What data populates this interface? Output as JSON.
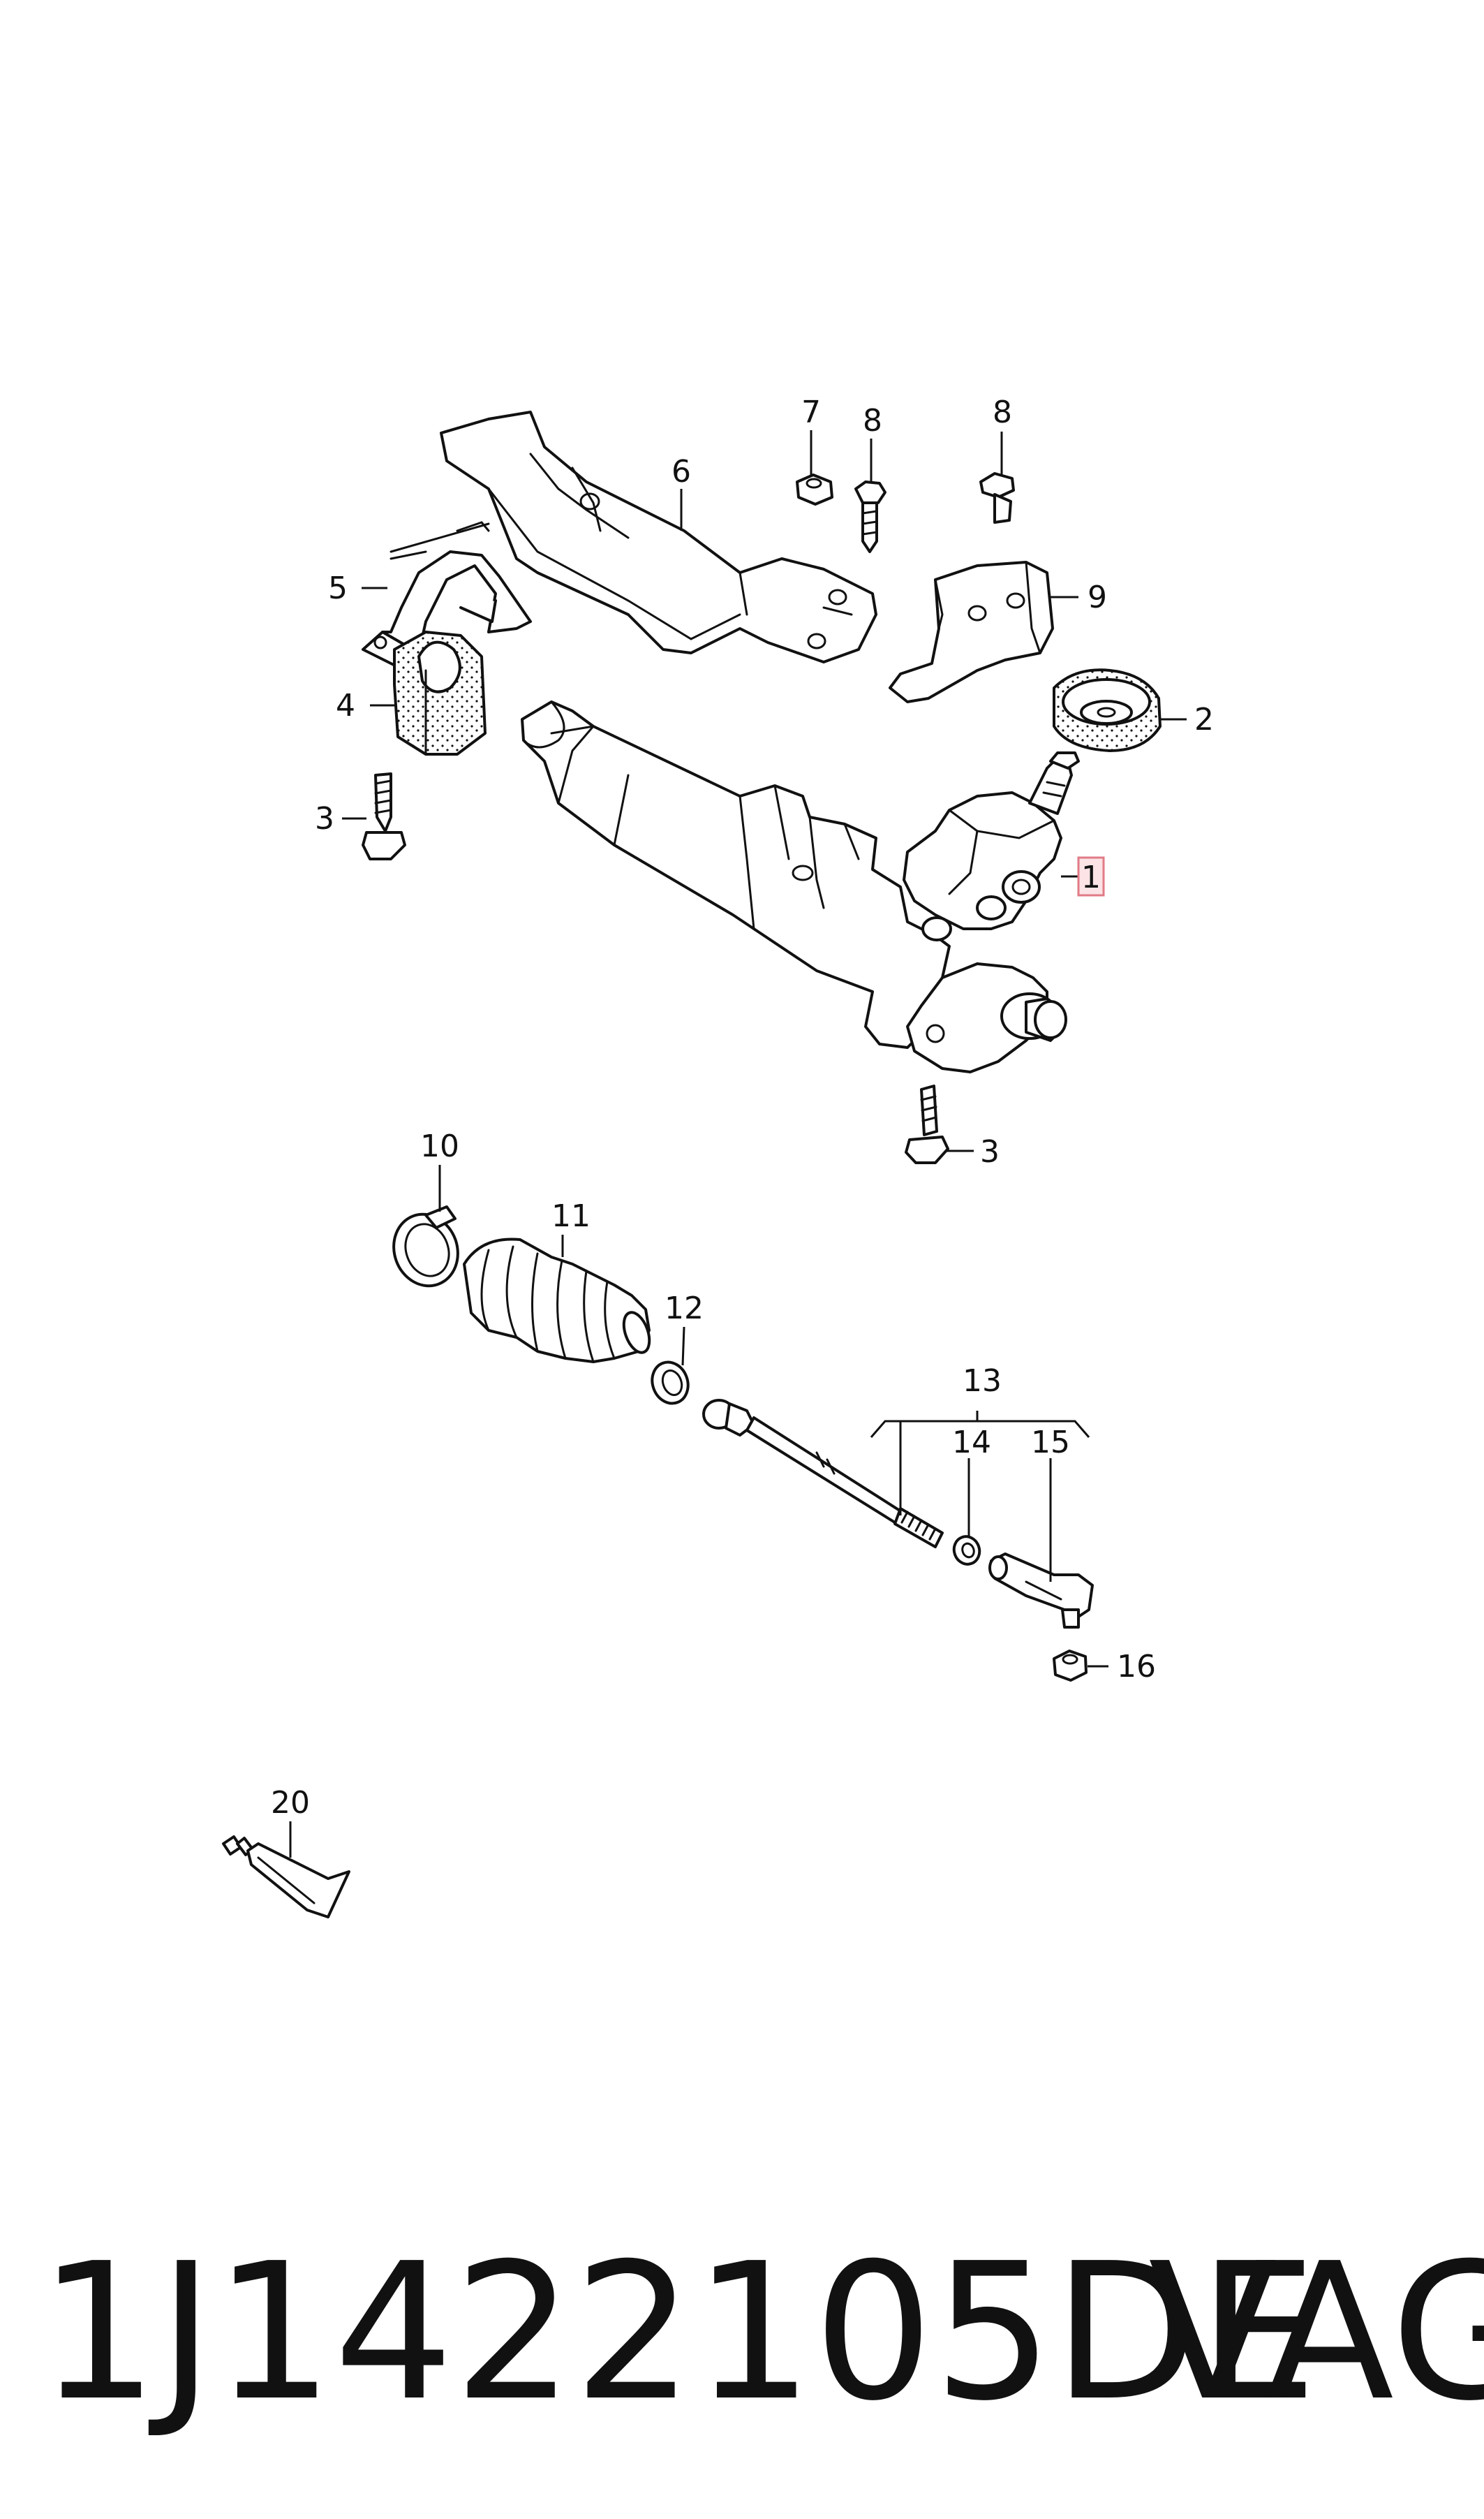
{
  "callouts": {
    "c1": "1",
    "c2": "2",
    "c3a": "3",
    "c3b": "3",
    "c4": "4",
    "c5": "5",
    "c6": "6",
    "c7": "7",
    "c8a": "8",
    "c8b": "8",
    "c9": "9",
    "c10": "10",
    "c11": "11",
    "c12": "12",
    "c13": "13",
    "c14": "14",
    "c15": "15",
    "c16": "16",
    "c20": "20"
  },
  "caption": {
    "part_number": "1J1422105DE",
    "brand": "VAG"
  },
  "colors": {
    "line": "#111111",
    "highlight_box": "#e07b86",
    "background": "#ffffff"
  }
}
